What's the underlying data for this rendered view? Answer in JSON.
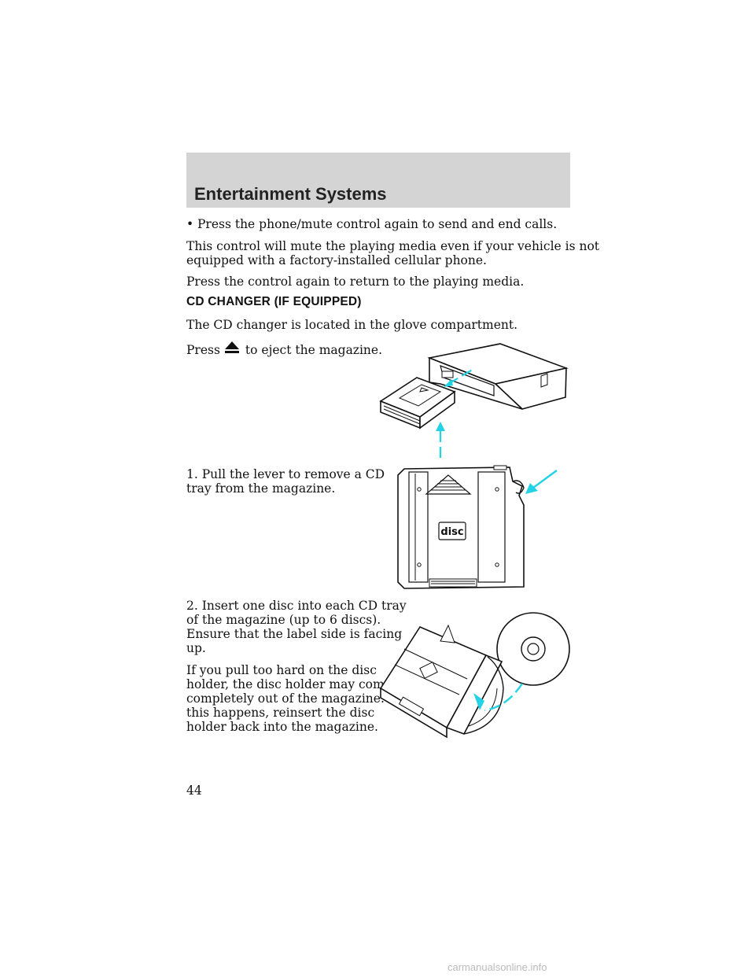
{
  "header": {
    "title": "Entertainment Systems"
  },
  "intro": {
    "bullet": "Press the phone/mute control again to send and end calls.",
    "para1_line1": "This control will mute the playing media even if your vehicle is not",
    "para1_line2": "equipped with a factory-installed cellular phone.",
    "para2": "Press the control again to return to the playing media."
  },
  "cd_changer": {
    "heading": "CD CHANGER (IF EQUIPPED)",
    "location": "The CD changer is located in the glove compartment.",
    "press_before": "Press",
    "press_after": "to eject the magazine.",
    "eject_icon": "eject-icon",
    "step1_line1": "1. Pull the lever to remove a CD",
    "step1_line2": "tray from the magazine.",
    "step2_line1": "2. Insert one disc into each CD tray",
    "step2_line2": "of the magazine (up to 6 discs).",
    "step2_line3": "Ensure that the label side is facing",
    "step2_line4": "up.",
    "note_line1": "If you pull too hard on the disc",
    "note_line2": "holder, the disc holder may come",
    "note_line3": "completely out of the magazine. If",
    "note_line4": "this happens, reinsert the disc",
    "note_line5": "holder back into the magazine.",
    "disc_logo": "disc"
  },
  "page_number": "44",
  "footer": "carmanualsonline.info",
  "colors": {
    "header_bg": "#d4d4d4",
    "arrow": "#22d3e6"
  }
}
